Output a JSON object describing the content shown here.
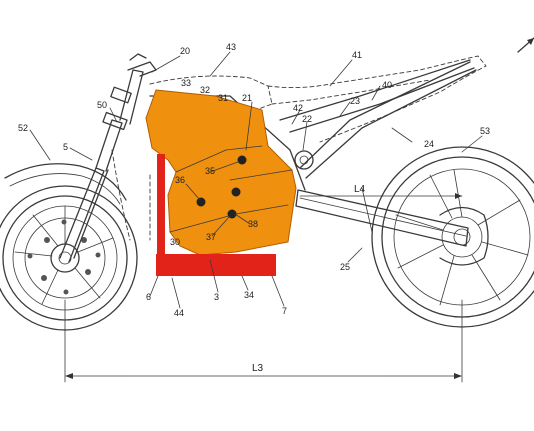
{
  "colors": {
    "engine": "#f0900f",
    "engine_edge": "#b35d00",
    "frame_red": "#e2231a",
    "line": "#3a3a3a"
  },
  "labels": {
    "r20": "20",
    "r43": "43",
    "r41": "41",
    "r33": "33",
    "r32": "32",
    "r31": "31",
    "r40": "40",
    "r42": "42",
    "r23": "23",
    "r50": "50",
    "r21": "21",
    "r22": "22",
    "r52": "52",
    "r5": "5",
    "r24": "24",
    "r53": "53",
    "r35": "35",
    "r36": "36",
    "rL4": "L4",
    "r38": "38",
    "r37": "37",
    "r30": "30",
    "r25": "25",
    "r6": "6",
    "r3": "3",
    "r44": "44",
    "r34": "34",
    "r7": "7",
    "rL3": "L3"
  }
}
